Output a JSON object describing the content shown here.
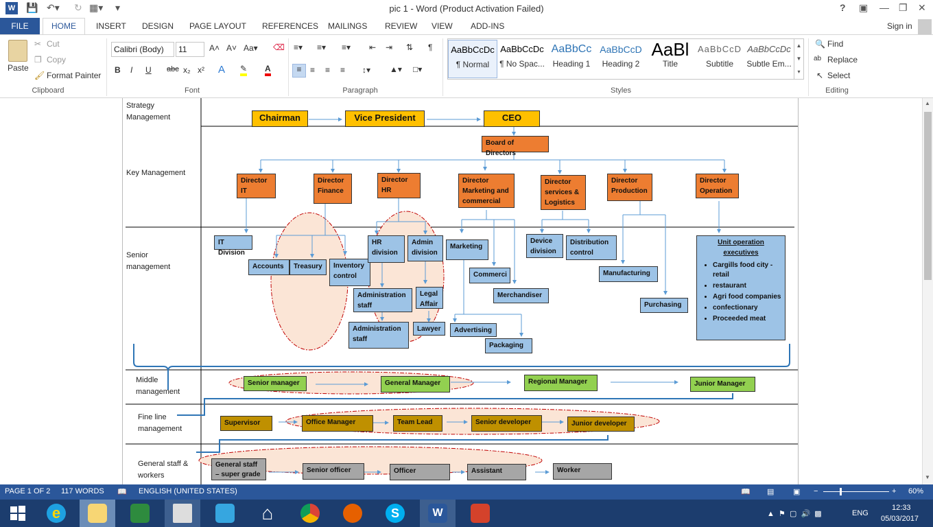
{
  "window": {
    "title": "pic 1 - Word (Product Activation Failed)",
    "help": "?",
    "signin": "Sign in"
  },
  "tabs": [
    "FILE",
    "HOME",
    "INSERT",
    "DESIGN",
    "PAGE LAYOUT",
    "REFERENCES",
    "MAILINGS",
    "REVIEW",
    "VIEW",
    "ADD-INS"
  ],
  "clipboard": {
    "paste": "Paste",
    "cut": "Cut",
    "copy": "Copy",
    "format_painter": "Format Painter",
    "label": "Clipboard"
  },
  "font": {
    "name": "Calibri (Body)",
    "size": "11",
    "label": "Font"
  },
  "paragraph": {
    "label": "Paragraph"
  },
  "styles": {
    "label": "Styles",
    "items": [
      {
        "preview": "AaBbCcDc",
        "name": "¶ Normal"
      },
      {
        "preview": "AaBbCcDc",
        "name": "¶ No Spac..."
      },
      {
        "preview": "AaBbCc",
        "name": "Heading 1"
      },
      {
        "preview": "AaBbCcD",
        "name": "Heading 2"
      },
      {
        "preview": "AaBl",
        "name": "Title"
      },
      {
        "preview": "AaBbCcD",
        "name": "Subtitle"
      },
      {
        "preview": "AaBbCcDc",
        "name": "Subtle Em..."
      }
    ]
  },
  "editing": {
    "find": "Find",
    "replace": "Replace",
    "select": "Select",
    "label": "Editing"
  },
  "levels": {
    "strategy": "Strategy Management",
    "key": "Key Management",
    "senior": "Senior management",
    "middle": "Middle management",
    "fineline": "Fine line management",
    "general": "General staff & workers"
  },
  "chart": {
    "chairman": "Chairman",
    "vp": "Vice President",
    "ceo": "CEO",
    "board": "Board of Directors",
    "dir_it": "Director IT",
    "dir_fin": "Director Finance",
    "dir_hr": "Director HR",
    "dir_mkt": "Director Marketing and commercial",
    "dir_svc": "Director services & Logistics",
    "dir_prod": "Director Production",
    "dir_op": "Director Operation",
    "it_div": "IT Division",
    "accounts": "Accounts",
    "treasury": "Treasury",
    "inventory": "Inventory control",
    "hr_div": "HR division",
    "admin_div": "Admin division",
    "admin_staff1": "Administration staff",
    "legal": "Legal Affair",
    "admin_staff2": "Administration staff",
    "lawyer": "Lawyer",
    "marketing": "Marketing",
    "commerci": "Commerci",
    "merch": "Merchandiser",
    "advertising": "Advertising",
    "packaging": "Packaging",
    "device": "Device division",
    "distribution": "Distribution control",
    "manufacturing": "Manufacturing",
    "purchasing": "Purchasing",
    "unit_title": "Unit operation executives",
    "unit_items": [
      "Cargills food city - retail",
      "restaurant",
      "Agri food companies",
      "confectionary",
      "Proceeded meat"
    ],
    "sr_mgr": "Senior manager",
    "gen_mgr": "General Manager",
    "reg_mgr": "Regional Manager",
    "jr_mgr": "Junior Manager",
    "supervisor": "Supervisor",
    "office_mgr": "Office Manager",
    "team_lead": "Team Lead",
    "sr_dev": "Senior developer",
    "jr_dev": "Junior developer",
    "gen_staff": "General staff – super grade",
    "sr_officer": "Senior officer",
    "officer": "Officer",
    "assistant": "Assistant",
    "worker": "Worker"
  },
  "status": {
    "page": "PAGE 1 OF 2",
    "words": "117 WORDS",
    "lang": "ENGLISH (UNITED STATES)",
    "zoom": "60%"
  },
  "tray": {
    "lang": "ENG",
    "time": "12:33",
    "date": "05/03/2017"
  },
  "colors": {
    "accent": "#2b579a",
    "orange": "#ed7d31",
    "blue": "#9dc3e6",
    "green": "#92d050",
    "gold": "#bf9000",
    "gray": "#a6a6a6",
    "yellow": "#ffc000"
  }
}
